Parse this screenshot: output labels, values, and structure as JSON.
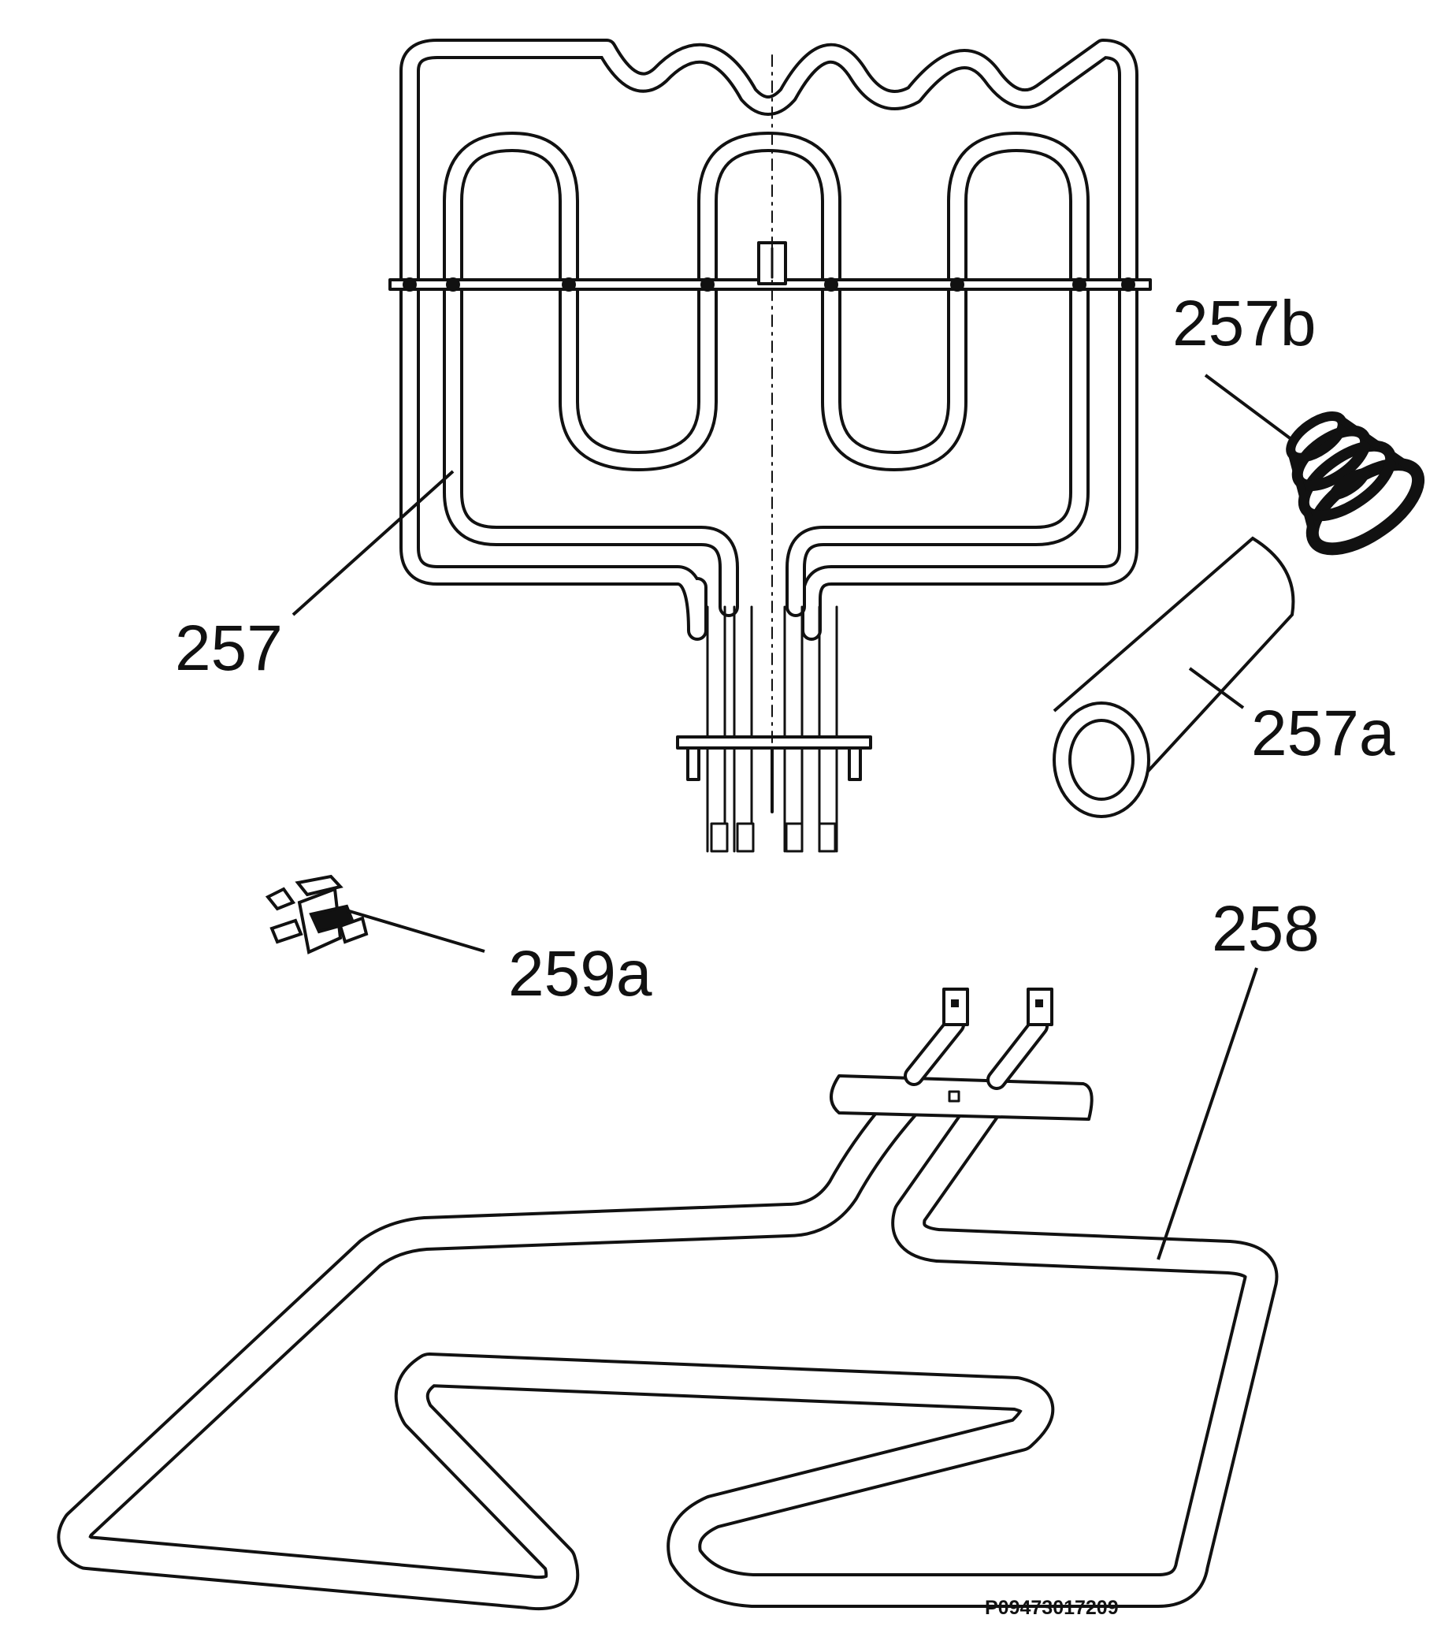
{
  "diagram": {
    "parts": [
      {
        "id": "grill",
        "label": "257"
      },
      {
        "id": "sleeve",
        "label": "257a"
      },
      {
        "id": "gasket",
        "label": "257b"
      },
      {
        "id": "bottom-element",
        "label": "258"
      },
      {
        "id": "clip",
        "label": "259a"
      }
    ],
    "drawing_code": "P09473017209",
    "line_color": "#111111"
  }
}
